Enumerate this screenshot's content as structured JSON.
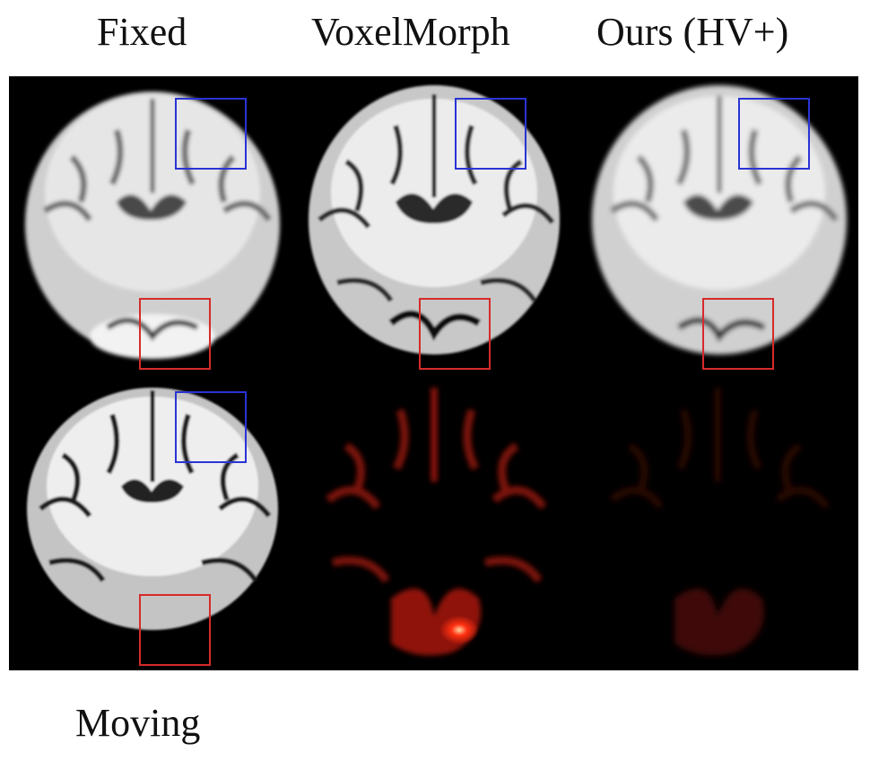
{
  "figure": {
    "column_labels": {
      "fixed": "Fixed",
      "voxelmorph": "VoxelMorph",
      "ours": "Ours (HV+)"
    },
    "row_labels": {
      "moving": "Moving"
    },
    "panels": [
      {
        "id": "fixed-image",
        "content": "coronal MRI slice (fixed)",
        "boxes": [
          "blue",
          "red"
        ]
      },
      {
        "id": "voxelmorph-warped",
        "content": "coronal MRI slice (VoxelMorph warped)",
        "boxes": [
          "blue",
          "red"
        ]
      },
      {
        "id": "ours-warped",
        "content": "coronal MRI slice (Ours warped)",
        "boxes": [
          "blue",
          "red"
        ]
      },
      {
        "id": "moving-image",
        "content": "coronal MRI slice (moving)",
        "boxes": [
          "blue",
          "red"
        ]
      },
      {
        "id": "voxelmorph-error",
        "content": "red error map (VoxelMorph)"
      },
      {
        "id": "ours-error",
        "content": "red error map (Ours)"
      }
    ],
    "colors": {
      "highlight_blue": "#2a33d6",
      "highlight_red": "#d62a2a",
      "background": "#000000",
      "error_map": "#ff2a10"
    }
  }
}
